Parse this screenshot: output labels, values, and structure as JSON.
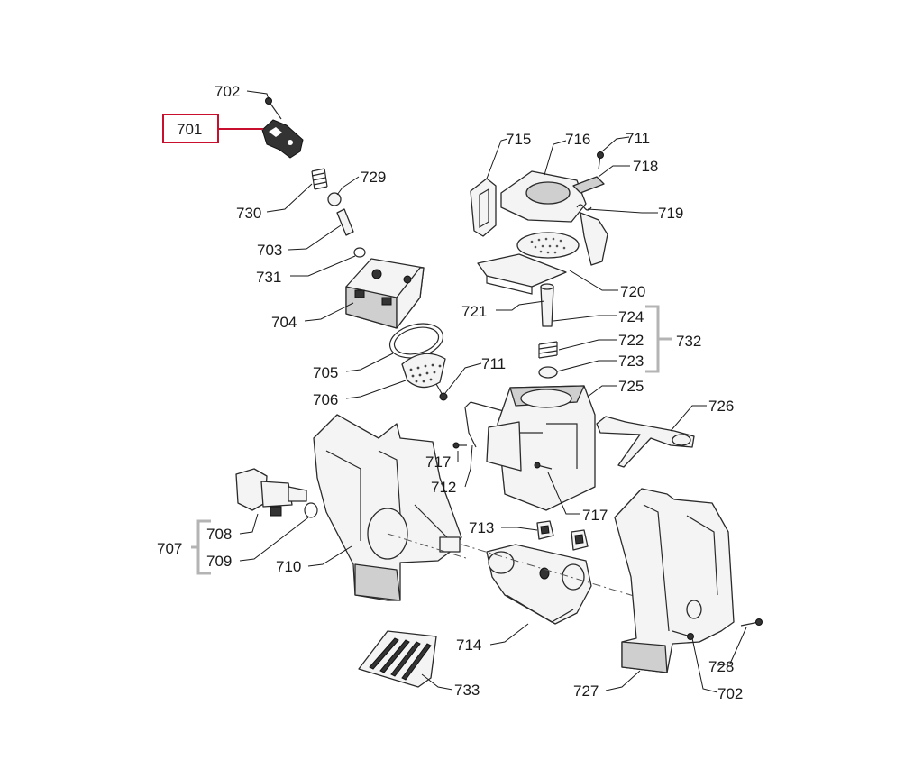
{
  "highlighted_part": "701",
  "colors": {
    "highlight": "#c8102e",
    "bracket": "#b4b4b4",
    "line": "#1a1a1a"
  },
  "labels": {
    "p701": "701",
    "p702a": "702",
    "p702b": "702",
    "p703": "703",
    "p704": "704",
    "p705": "705",
    "p706": "706",
    "p707": "707",
    "p708": "708",
    "p709": "709",
    "p710": "710",
    "p711a": "711",
    "p711b": "711",
    "p712": "712",
    "p713": "713",
    "p714": "714",
    "p715": "715",
    "p716": "716",
    "p717a": "717",
    "p717b": "717",
    "p718": "718",
    "p719": "719",
    "p720": "720",
    "p721": "721",
    "p722": "722",
    "p723": "723",
    "p724": "724",
    "p725": "725",
    "p726": "726",
    "p727": "727",
    "p728": "728",
    "p729": "729",
    "p730": "730",
    "p731": "731",
    "p732": "732",
    "p733": "733"
  }
}
